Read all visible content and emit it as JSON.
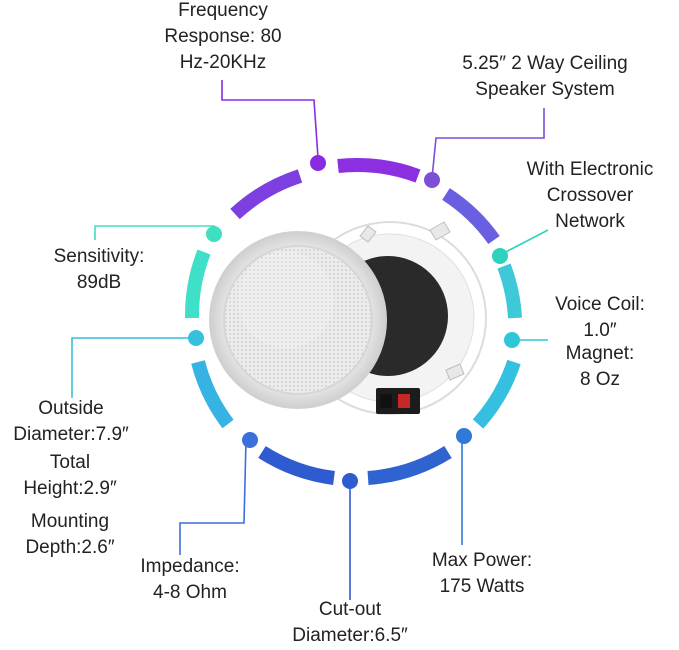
{
  "colors": {
    "purple": "#8a2be2",
    "violet": "#9b3fd6",
    "blue": "#3d6fd8",
    "cyan": "#2ed3d3",
    "teal": "#3ee0c0",
    "deep_blue": "#2f5bd0"
  },
  "labels": {
    "frequency": [
      "Frequency",
      "Response: 80",
      "Hz-20KHz"
    ],
    "system": [
      "5.25″ 2 Way Ceiling",
      "Speaker System"
    ],
    "crossover": [
      "With Electronic",
      "Crossover",
      "Network"
    ],
    "sensitivity": [
      "Sensitivity:",
      "89dB"
    ],
    "voice_coil": [
      "Voice Coil:",
      "1.0″"
    ],
    "magnet": [
      "Magnet:",
      "8 Oz"
    ],
    "outside": [
      "Outside",
      "Diameter:7.9″"
    ],
    "total_height": [
      "Total",
      "Height:2.9″"
    ],
    "mounting": [
      "Mounting",
      "Depth:2.6″"
    ],
    "impedance": [
      "Impedance:",
      "4-8 Ohm"
    ],
    "cutout": [
      "Cut-out",
      "Diameter:6.5″"
    ],
    "max_power": [
      "Max Power:",
      "175 Watts"
    ]
  }
}
